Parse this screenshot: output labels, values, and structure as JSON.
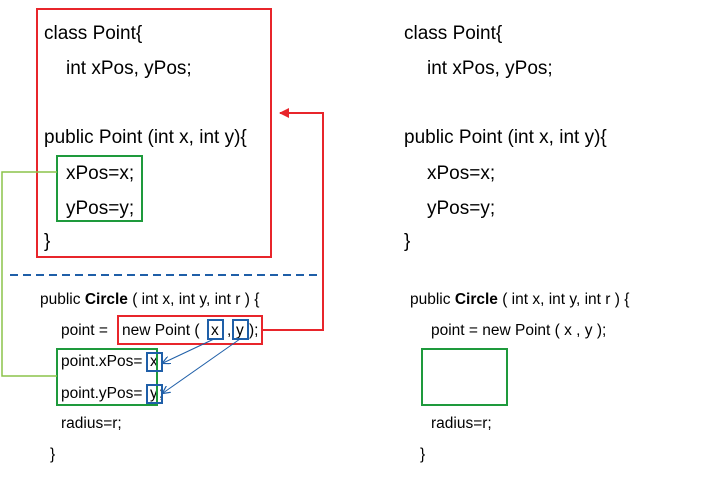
{
  "left_panel": {
    "point_class": {
      "header": "class Point{",
      "fields": "int xPos, yPos;",
      "constructor": "public Point (int x, int y){",
      "assign_x": "xPos=x;",
      "assign_y": "yPos=y;",
      "close": "}"
    },
    "circle_constructor": {
      "prefix": "public ",
      "name": "Circle",
      "signature": " ( int x, int y, int r ) {",
      "point_assign_prefix": "point = ",
      "new_point": "new Point (",
      "arg_x": "x",
      "comma": ",",
      "arg_y": "y",
      "close_call": ");",
      "set_xpos": "point.xPos=",
      "set_xpos_arg": "x",
      "set_ypos": "point.yPos=",
      "set_ypos_arg": "y",
      "set_ypos_end": ";",
      "radius": "radius=r;",
      "close": "}"
    }
  },
  "right_panel": {
    "point_class": {
      "header": "class Point{",
      "fields": "int xPos, yPos;",
      "constructor": "public Point (int x, int y){",
      "assign_x": "xPos=x;",
      "assign_y": "yPos=y;",
      "close": "}"
    },
    "circle_constructor": {
      "prefix": "public ",
      "name": "Circle",
      "signature": " ( int x, int y, int r ) {",
      "point_assign": "point = new Point ( x , y );",
      "radius": "radius=r;",
      "close": "}"
    }
  },
  "colors": {
    "highlight_red": "#e8252b",
    "highlight_green": "#1e9a3c",
    "highlight_blue": "#1f5fa8",
    "connector_green": "#8bc34a",
    "divider_blue": "#1f5fa8"
  }
}
